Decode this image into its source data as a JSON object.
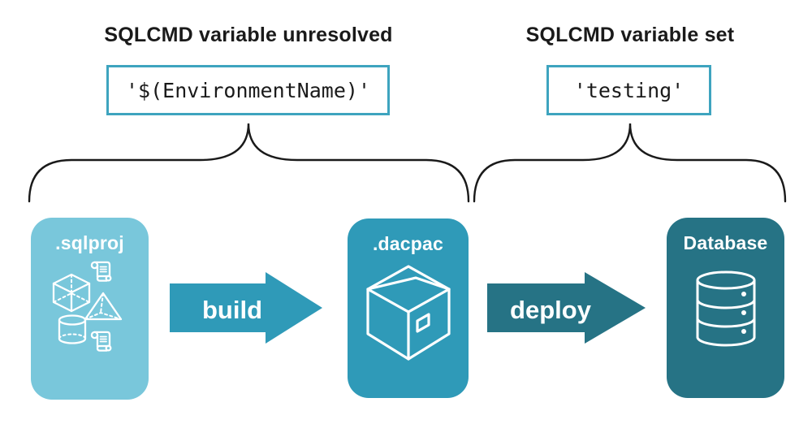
{
  "colors": {
    "light_blue": "#79C7DB",
    "medium_teal": "#2F9AB8",
    "dark_teal": "#267385",
    "code_border": "#3EA4BF",
    "ink": "#1A1A1A",
    "white": "#FFFFFF"
  },
  "headings": {
    "left": "SQLCMD variable unresolved",
    "right": "SQLCMD variable set"
  },
  "code_boxes": {
    "left": {
      "text": "'$(EnvironmentName)'"
    },
    "right": {
      "text": "'testing'"
    }
  },
  "cards": {
    "sqlproj": {
      "label": ".sqlproj",
      "color": "#79C7DB",
      "icon": "sql-objects-icon"
    },
    "dacpac": {
      "label": ".dacpac",
      "color": "#2F9AB8",
      "icon": "package-icon"
    },
    "database": {
      "label": "Database",
      "color": "#267385",
      "icon": "database-icon"
    }
  },
  "arrows": {
    "build": {
      "label": "build",
      "color": "#2F9AB8"
    },
    "deploy": {
      "label": "deploy",
      "color": "#267385"
    }
  }
}
